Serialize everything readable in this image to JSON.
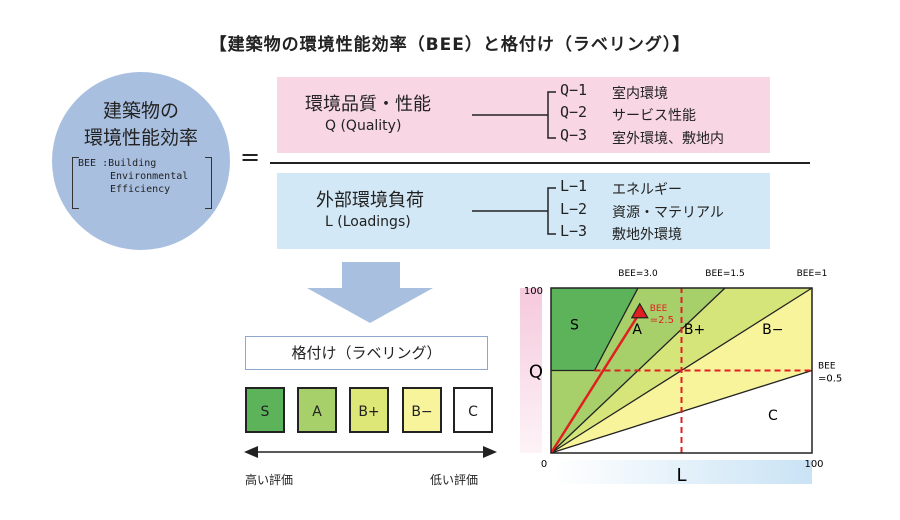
{
  "title": "【建築物の環境性能効率（BEE）と格付け（ラベリング）】",
  "bee_circle": {
    "line1": "建築物の",
    "line2": "環境性能効率",
    "note_line1": "BEE :Building",
    "note_line2": "Environmental",
    "note_line3": "Efficiency"
  },
  "equals": "=",
  "quality": {
    "title": "環境品質・性能",
    "subtitle": "Q (Quality)",
    "items": [
      {
        "code": "Q−1",
        "label": "室内環境"
      },
      {
        "code": "Q−2",
        "label": "サービス性能"
      },
      {
        "code": "Q−3",
        "label": "室外環境、敷地内"
      }
    ]
  },
  "loadings": {
    "title": "外部環境負荷",
    "subtitle": "L (Loadings)",
    "items": [
      {
        "code": "L−1",
        "label": "エネルギー"
      },
      {
        "code": "L−2",
        "label": "資源・マテリアル"
      },
      {
        "code": "L−3",
        "label": "敷地外環境"
      }
    ]
  },
  "rating": {
    "title": "格付け（ラベリング）",
    "ranks": [
      {
        "label": "S",
        "color": "#5db35a"
      },
      {
        "label": "A",
        "color": "#a7d06a"
      },
      {
        "label": "B+",
        "color": "#dde777"
      },
      {
        "label": "B−",
        "color": "#f8f49c"
      },
      {
        "label": "C",
        "color": "#ffffff"
      }
    ],
    "high_label": "高い評価",
    "low_label": "低い評価"
  },
  "chart_data": {
    "type": "area",
    "xlabel": "L",
    "ylabel": "Q",
    "xlim": [
      0,
      100
    ],
    "ylim": [
      0,
      100
    ],
    "x_ticks": [
      "0",
      "100"
    ],
    "y_ticks": [
      "100"
    ],
    "bee_lines": [
      {
        "label": "BEE=3.0",
        "slope": 3.0
      },
      {
        "label": "BEE=1.5",
        "slope": 1.5
      },
      {
        "label": "BEE=1",
        "slope": 1.0
      },
      {
        "label": "BEE",
        "label2": "=0.5",
        "slope": 0.5
      }
    ],
    "s_threshold_q": 50,
    "reference_lines": {
      "q": 50,
      "l": 50
    },
    "regions": [
      {
        "label": "S",
        "color": "#5db35a"
      },
      {
        "label": "A",
        "color": "#a7d06a"
      },
      {
        "label": "B+",
        "color": "#d6e57a"
      },
      {
        "label": "B−",
        "color": "#f8f49c"
      },
      {
        "label": "C",
        "color": "#ffffff"
      }
    ],
    "example_point": {
      "l": 34,
      "q": 85,
      "label": "BEE",
      "label2": "=2.5",
      "color": "#e02020"
    }
  }
}
